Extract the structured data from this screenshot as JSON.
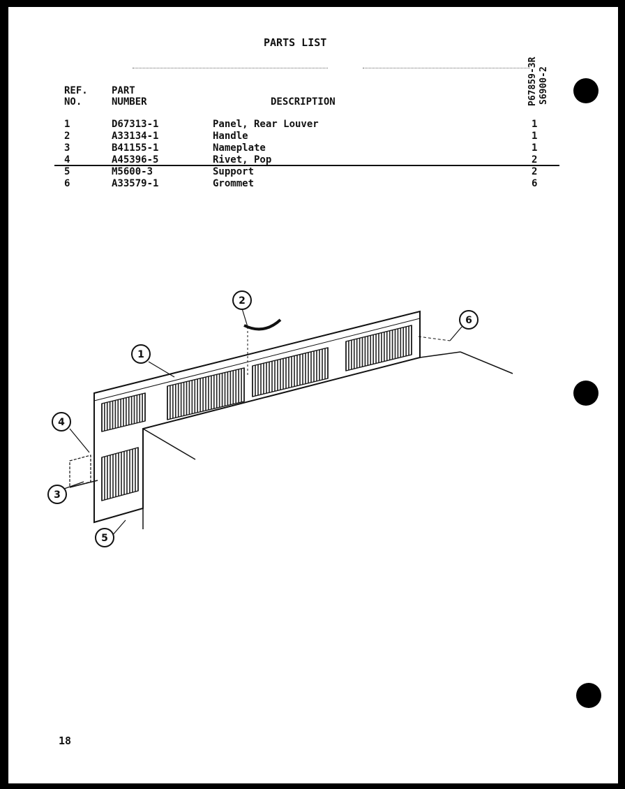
{
  "header": {
    "title": "PARTS LIST",
    "ref_no": "REF.\nNO.",
    "part_number": "PART\nNUMBER",
    "description": "DESCRIPTION",
    "model_1": "P67859-3R",
    "model_2": "S6900-2"
  },
  "parts": [
    {
      "ref": "1",
      "part": "D67313-1",
      "desc": "Panel, Rear Louver",
      "qty": "1"
    },
    {
      "ref": "2",
      "part": "A33134-1",
      "desc": "Handle",
      "qty": "1"
    },
    {
      "ref": "3",
      "part": "B41155-1",
      "desc": "Nameplate",
      "qty": "1"
    },
    {
      "ref": "4",
      "part": "A45396-5",
      "desc": "Rivet, Pop",
      "qty": "2"
    },
    {
      "ref": "5",
      "part": "M5600-3",
      "desc": "Support",
      "qty": "2"
    },
    {
      "ref": "6",
      "part": "A33579-1",
      "desc": "Grommet",
      "qty": "6"
    }
  ],
  "callouts": [
    "1",
    "2",
    "3",
    "4",
    "5",
    "6"
  ],
  "page_number": "18"
}
